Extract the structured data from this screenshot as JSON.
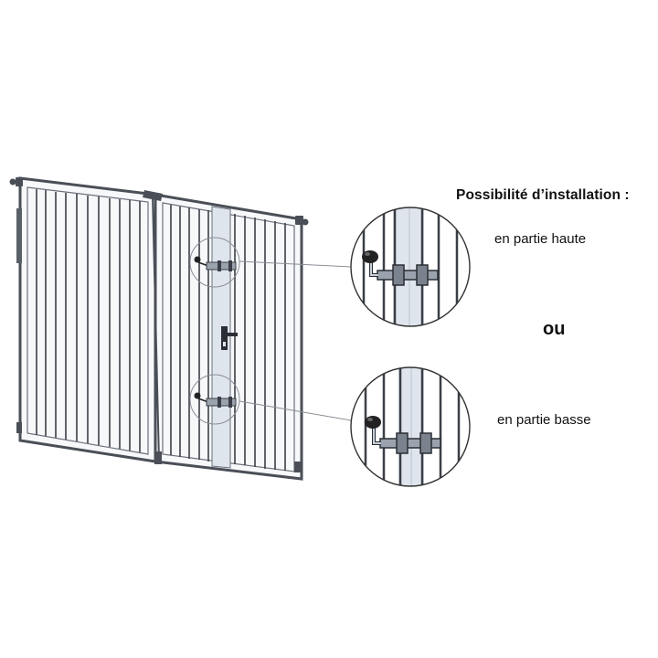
{
  "labels": {
    "title": "Possibilité d’installation :",
    "top_option": "en partie haute",
    "separator": "ou",
    "bottom_option": "en partie basse"
  },
  "colors": {
    "frame": "#4a4f57",
    "bar": "#3a3f47",
    "panel_fill": "#e8ecf1",
    "knob": "#222222",
    "bolt": "#9aa3ad",
    "leader": "#8a8f96"
  },
  "icons": [
    "double-gate-icon",
    "door-handle-icon",
    "bolt-latch-icon",
    "magnifier-circle-icon"
  ]
}
